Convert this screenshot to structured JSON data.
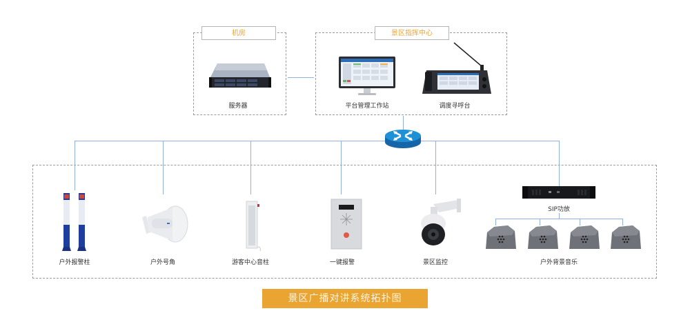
{
  "groups": {
    "machine_room": {
      "title": "机房"
    },
    "command_center": {
      "title": "景区指挥中心"
    }
  },
  "devices": {
    "server": {
      "label": "服务器"
    },
    "workstation": {
      "label": "平台管理工作站"
    },
    "dispatch_console": {
      "label": "调度寻呼台"
    },
    "router": {
      "label": "router-icon"
    },
    "alarm_column": {
      "label": "户外报警柱"
    },
    "horn": {
      "label": "户外号角"
    },
    "sound_column": {
      "label": "游客中心音柱"
    },
    "one_key_alarm": {
      "label": "一键报警"
    },
    "camera": {
      "label": "景区监控"
    },
    "sip_amp": {
      "label": "SIP功放"
    },
    "bg_music": {
      "label": "户外背景音乐"
    }
  },
  "footer": {
    "title": "景区广播对讲系统拓扑图"
  },
  "colors": {
    "accent": "#e9a431",
    "wire": "#8fb2e2",
    "router": "#1e90d6",
    "dashed_border": "#9a9a9a"
  }
}
